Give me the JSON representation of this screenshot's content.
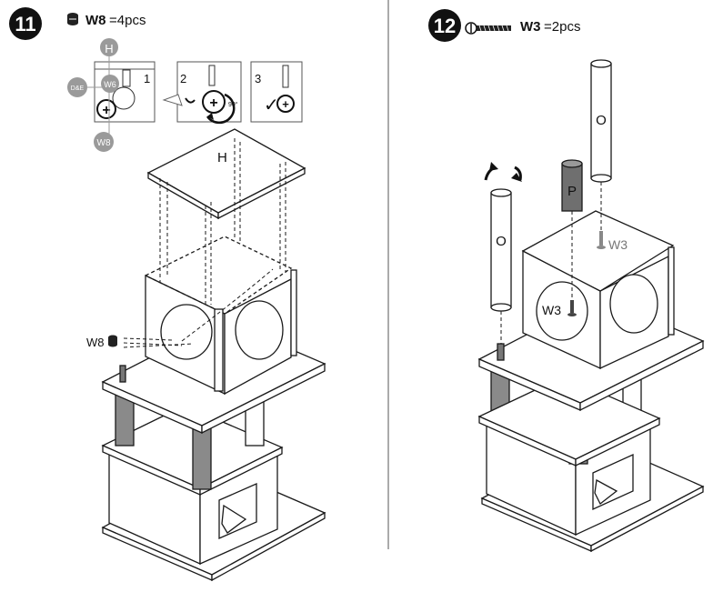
{
  "step11": {
    "number": "11",
    "part_code": "W8",
    "part_qty": "=4pcs",
    "detail_steps": [
      "1",
      "2",
      "3"
    ],
    "rotation_label": "90°",
    "check_mark": "✓",
    "circle_labels": {
      "top": "H",
      "left": "D&E",
      "mid": "W6",
      "bottom": "W8"
    },
    "panel_label": "H",
    "side_part_label": "W8"
  },
  "step12": {
    "number": "12",
    "part_code": "W3",
    "part_qty": "=2pcs",
    "post_left_label": "O",
    "post_mid_label": "P",
    "post_right_label": "O",
    "screw_top_label": "W3",
    "screw_inside_label": "W3"
  },
  "colors": {
    "line": "#1a1a1a",
    "grey_post": "#8a8a8a",
    "dark_post": "#6f6f6f",
    "callout_grey": "#9a9a9a",
    "divider": "#555555"
  },
  "icons": [
    "screw-bolt-icon",
    "rotate-arrows-icon",
    "check-icon"
  ]
}
